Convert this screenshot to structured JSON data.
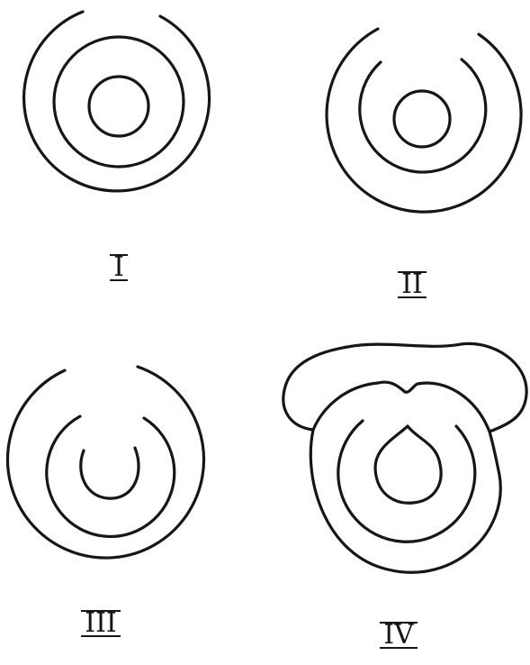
{
  "diagram": {
    "labels": {
      "i": "I",
      "ii": "II",
      "iii": "III",
      "iv": "IV"
    },
    "line_color": "#161616"
  }
}
